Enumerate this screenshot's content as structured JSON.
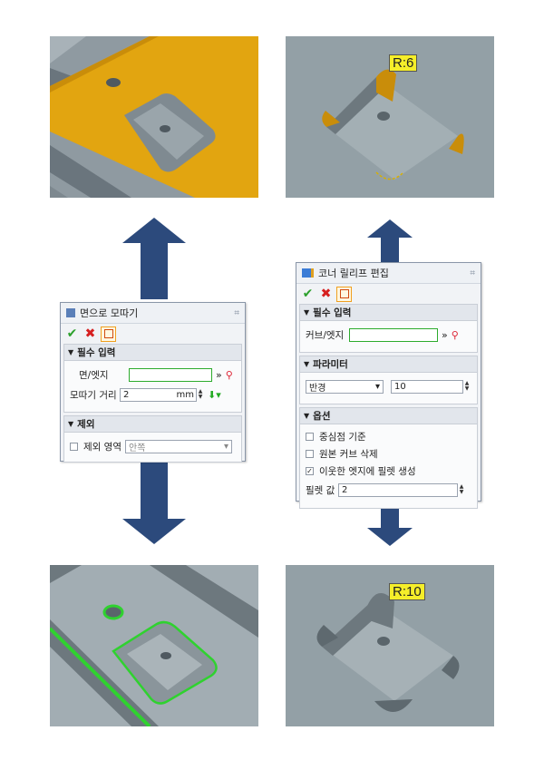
{
  "labels": {
    "r_top": "R:6",
    "r_bottom": "R:10"
  },
  "left_panel": {
    "title": "면으로 모따기",
    "section_required": "필수 입력",
    "face_edge_label": "면/엣지",
    "chamfer_distance_label": "모따기 거리",
    "chamfer_distance_value": "2",
    "unit": "mm",
    "section_exclude": "제외",
    "exclude_area_label": "제외 영역",
    "exclude_area_value": "안쪽"
  },
  "right_panel": {
    "title": "코너 릴리프 편집",
    "section_required": "필수 입력",
    "curve_edge_label": "커브/엣지",
    "section_parameter": "파라미터",
    "radius_option": "반경",
    "radius_value": "10",
    "section_options": "옵션",
    "option_center": "중심점 기준",
    "option_delete_curve": "원본 커브 삭제",
    "option_fillet_adjacent": "이웃한 엣지에 필렛 생성",
    "fillet_value_label": "필렛 값",
    "fillet_value": "2"
  },
  "colors": {
    "accent_orange": "#e2a510",
    "arrow_blue": "#2c4a7c",
    "highlight_green": "#2fd22f",
    "label_yellow": "#f5ee2a"
  }
}
